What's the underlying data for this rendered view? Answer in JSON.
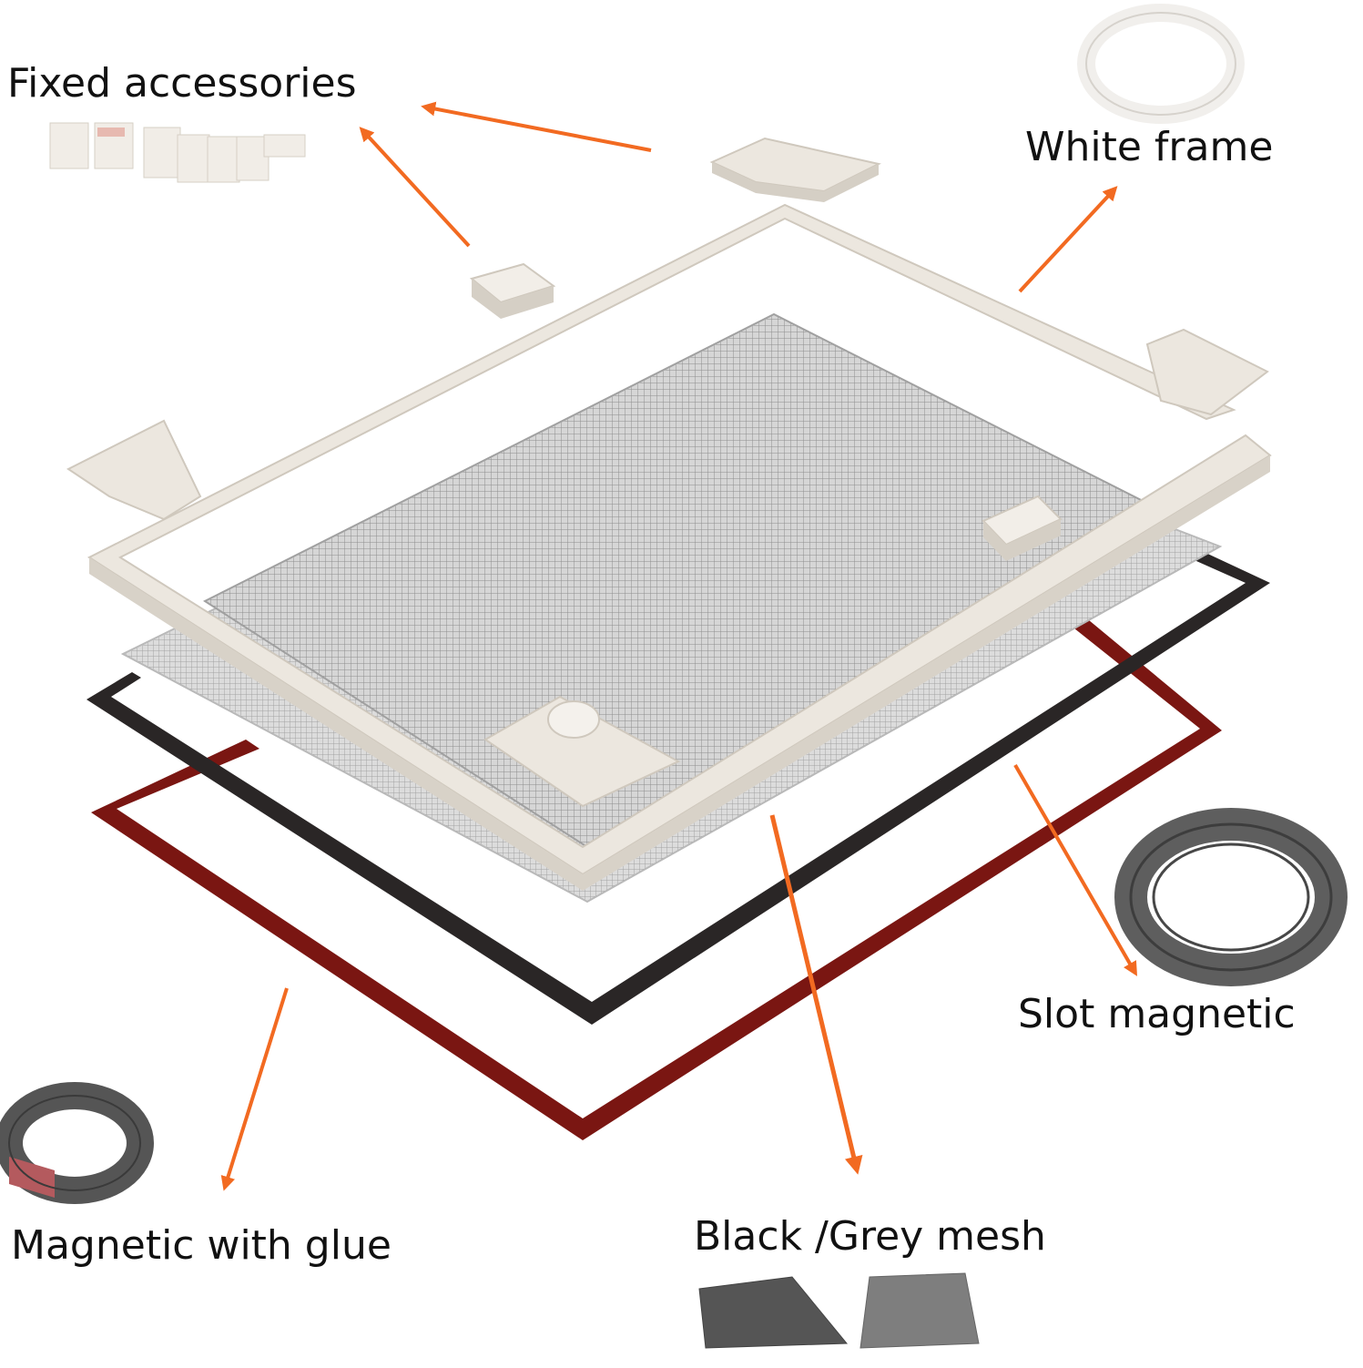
{
  "labels": {
    "fixed_accessories": "Fixed accessories",
    "white_frame": "White frame",
    "slot_magnetic": "Slot magnetic",
    "magnetic_with_glue": "Magnetic with glue",
    "mesh": "Black /Grey mesh"
  },
  "colors": {
    "arrow": "#f26a21",
    "white_frame": "#ece7df",
    "red_frame": "#7a1612",
    "black_frame": "#2a2626",
    "mesh": "#c9c9c9",
    "slot_roll": "#5e5e5e"
  }
}
